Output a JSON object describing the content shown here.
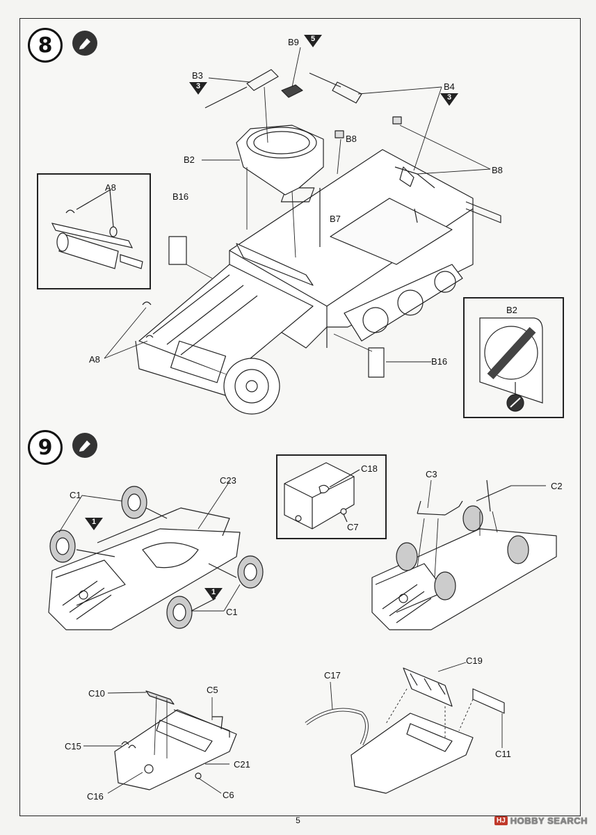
{
  "steps": [
    {
      "number": "8"
    },
    {
      "number": "9"
    }
  ],
  "step8": {
    "labels": {
      "b9": "B9",
      "b9_badge": "5",
      "b3": "B3",
      "b3_badge": "3",
      "b4": "B4",
      "b4_badge": "3",
      "b8a": "B8",
      "b8b": "B8",
      "b2": "B2",
      "b16a": "B16",
      "b16b": "B16",
      "b7": "B7",
      "a8a": "A8",
      "a8b": "A8"
    },
    "inset_left_label": "A8",
    "inset_right_label": "B2"
  },
  "step9": {
    "labels": {
      "c1a": "C1",
      "c1a_badge": "1",
      "c1b": "C1",
      "c1b_badge": "1",
      "c23": "C23",
      "c18": "C18",
      "c7": "C7",
      "c3": "C3",
      "c2": "C2",
      "c10": "C10",
      "c5": "C5",
      "c15": "C15",
      "c21": "C21",
      "c16": "C16",
      "c6": "C6",
      "c17": "C17",
      "c19": "C19",
      "c11": "C11"
    }
  },
  "footer": {
    "page_number": "5",
    "brand_mark": "HJ",
    "brand_text": "HOBBY SEARCH"
  },
  "colors": {
    "ink": "#111111",
    "paper": "#f7f7f5",
    "badge": "#222222"
  }
}
